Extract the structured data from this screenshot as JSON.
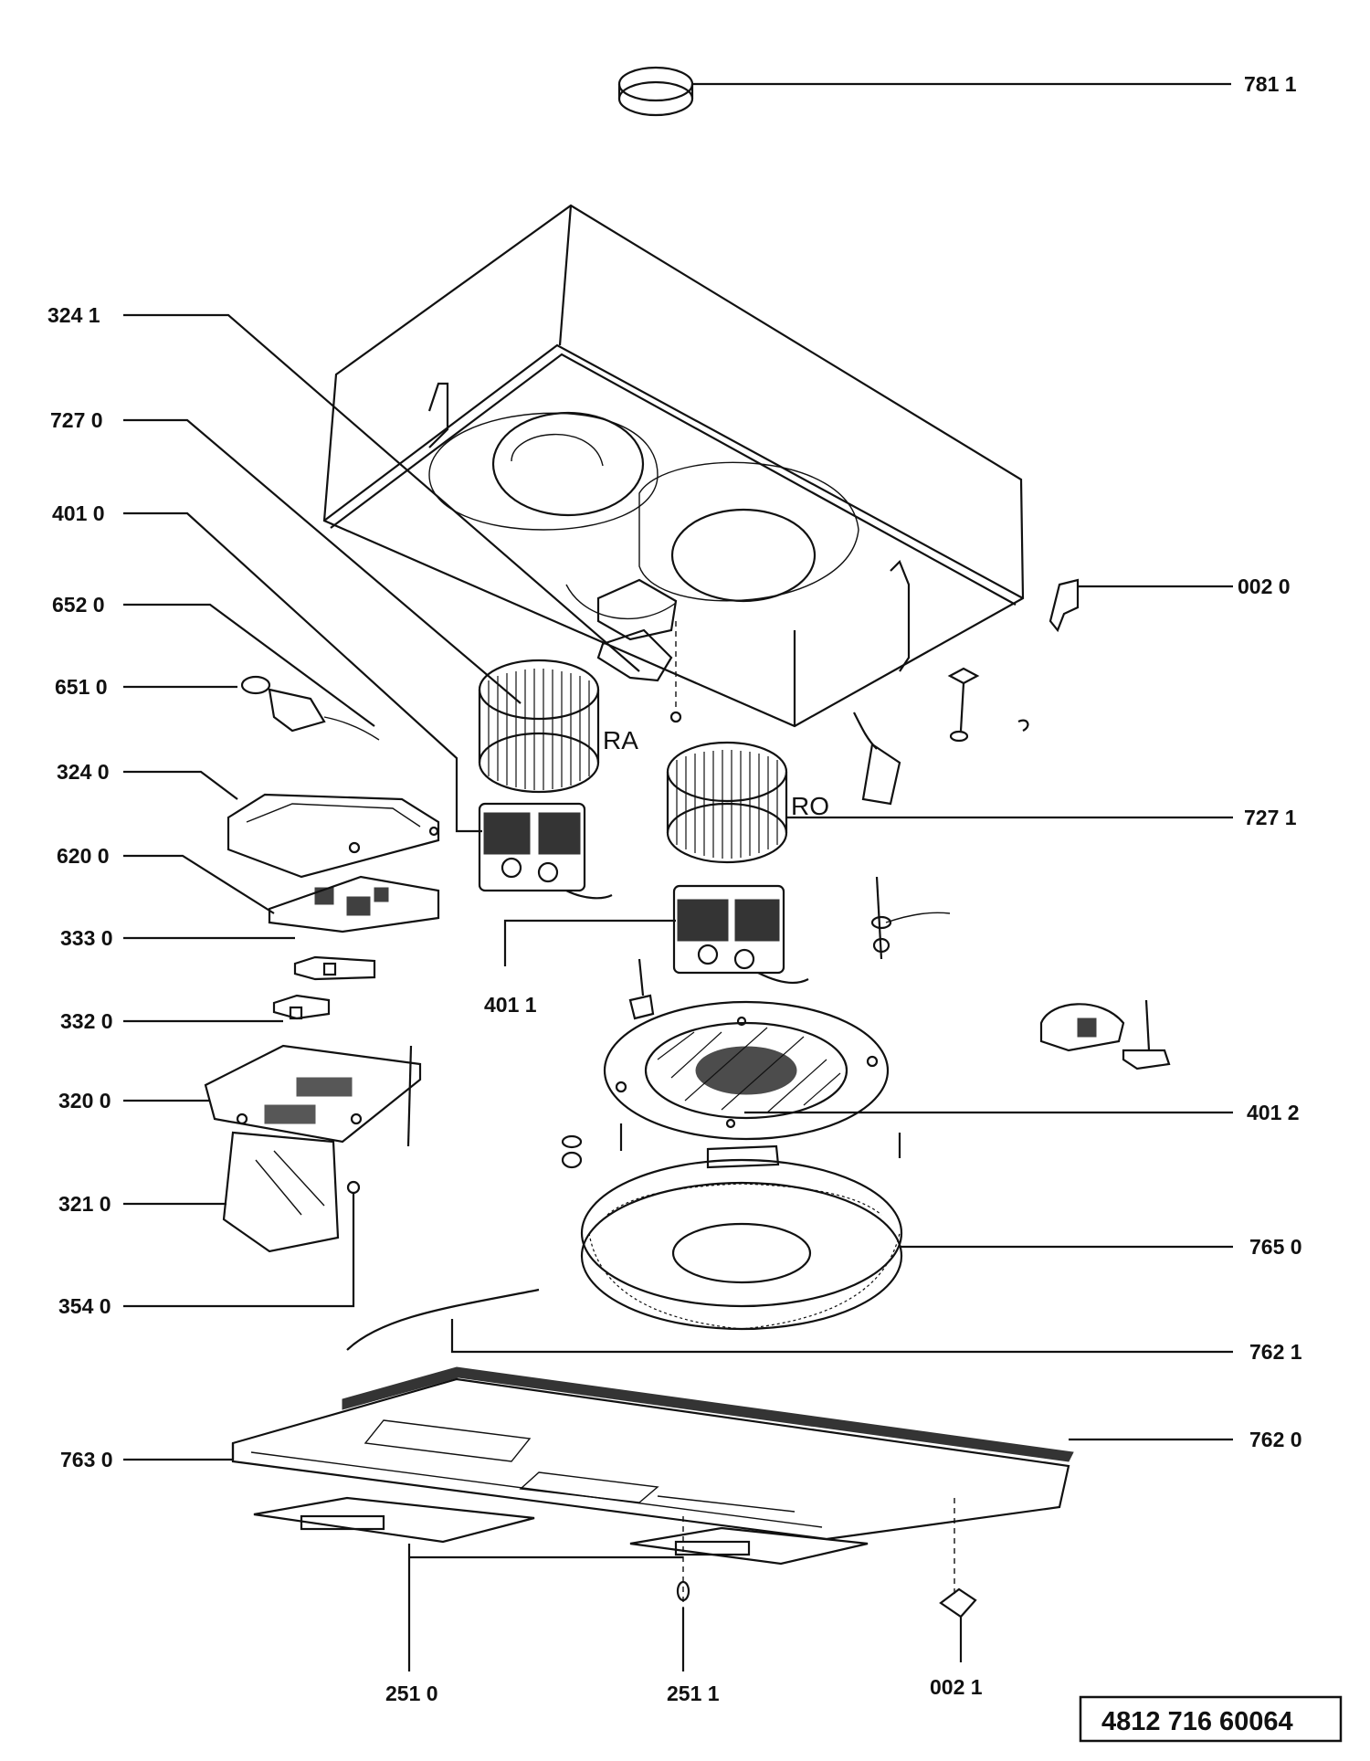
{
  "document_number": "4812 716 60064",
  "parts": [
    {
      "id": "p7811",
      "code": "781 1"
    },
    {
      "id": "p3241",
      "code": "324 1"
    },
    {
      "id": "p7270",
      "code": "727 0"
    },
    {
      "id": "p4010",
      "code": "401 0"
    },
    {
      "id": "p6520",
      "code": "652 0"
    },
    {
      "id": "p6510",
      "code": "651 0"
    },
    {
      "id": "p3240",
      "code": "324 0"
    },
    {
      "id": "p6200",
      "code": "620 0"
    },
    {
      "id": "p3330",
      "code": "333 0"
    },
    {
      "id": "p3320",
      "code": "332 0"
    },
    {
      "id": "p3200",
      "code": "320 0"
    },
    {
      "id": "p3210",
      "code": "321 0"
    },
    {
      "id": "p3540",
      "code": "354 0"
    },
    {
      "id": "p7630",
      "code": "763 0"
    },
    {
      "id": "p0020",
      "code": "002 0"
    },
    {
      "id": "p7271",
      "code": "727 1"
    },
    {
      "id": "p4011",
      "code": "401 1"
    },
    {
      "id": "p4012",
      "code": "401 2"
    },
    {
      "id": "p7650",
      "code": "765 0"
    },
    {
      "id": "p7621",
      "code": "762 1"
    },
    {
      "id": "p7620",
      "code": "762 0"
    },
    {
      "id": "p2510",
      "code": "251 0"
    },
    {
      "id": "p2511",
      "code": "251 1"
    },
    {
      "id": "p0021",
      "code": "002 1"
    }
  ],
  "fan_markings": {
    "left": "RA",
    "right": "RO"
  }
}
